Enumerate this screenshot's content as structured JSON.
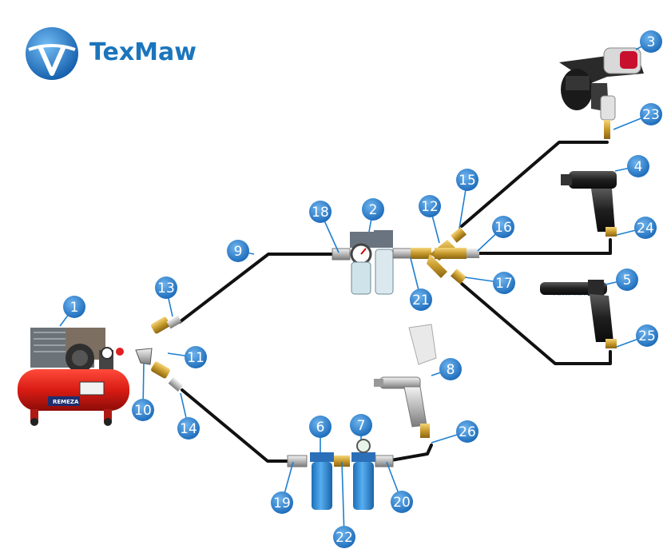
{
  "logo": {
    "name": "TexMaw",
    "watermark": "TexMaw"
  },
  "brands": {
    "compressor": "REMEZA"
  },
  "colors": {
    "badge": "#1f7fd0",
    "hose": "#111111",
    "compressor": "#d42020",
    "filter": "#2a8fd8"
  },
  "numbers": [
    "1",
    "2",
    "3",
    "4",
    "5",
    "6",
    "7",
    "8",
    "9",
    "10",
    "11",
    "12",
    "13",
    "14",
    "15",
    "16",
    "17",
    "18",
    "19",
    "20",
    "21",
    "22",
    "23",
    "24",
    "25",
    "26"
  ]
}
